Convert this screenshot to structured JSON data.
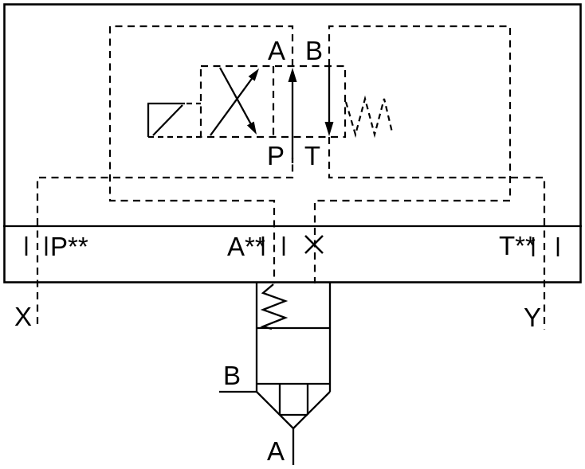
{
  "diagram": {
    "type": "hydraulic-cover-plate-schematic",
    "line_color": "#000000",
    "background_color": "#ffffff",
    "labels": {
      "pilot_port_a": "A",
      "pilot_port_b": "B",
      "pilot_port_p": "P",
      "pilot_port_t": "T",
      "main_port_p": "P**",
      "main_port_a": "A**",
      "main_port_t": "T**",
      "pilot_line_x": "X",
      "pilot_line_y": "Y",
      "cartridge_port_b": "B",
      "cartridge_port_a": "A"
    }
  }
}
